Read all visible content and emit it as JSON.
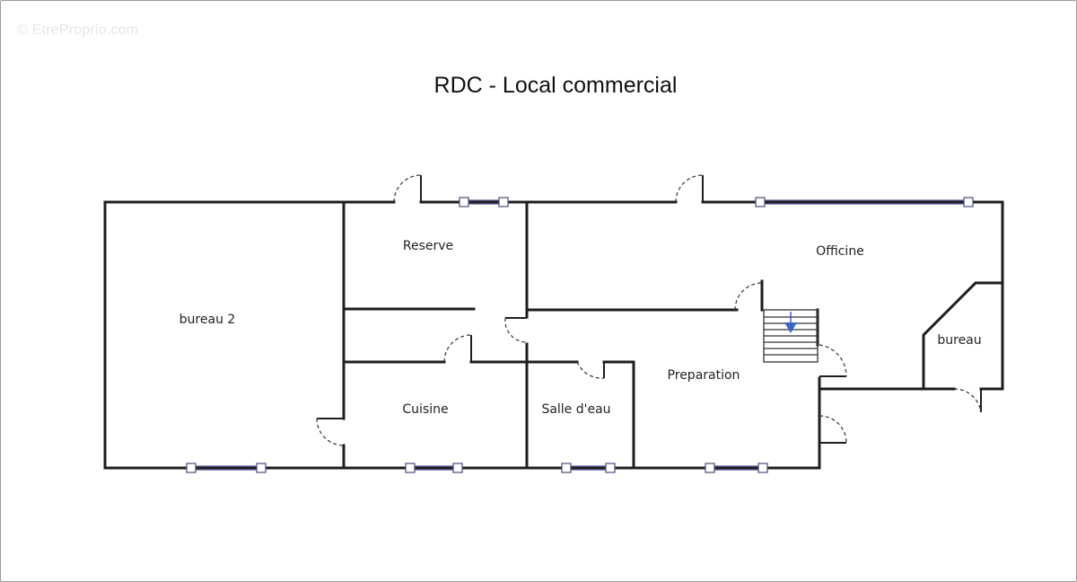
{
  "watermark": "© EtreProprio.com",
  "title": "RDC - Local commercial",
  "rooms": {
    "bureau2": "bureau 2",
    "reserve": "Reserve",
    "officine": "Officine",
    "cuisine": "Cuisine",
    "salle_eau": "Salle d'eau",
    "preparation": "Preparation",
    "bureau": "bureau"
  },
  "colors": {
    "wall": "#1e1e1e",
    "window": "#4a4a80",
    "stair_arrow": "#3a66c4"
  },
  "icons": {
    "stair_arrow": "down-arrow-icon"
  }
}
